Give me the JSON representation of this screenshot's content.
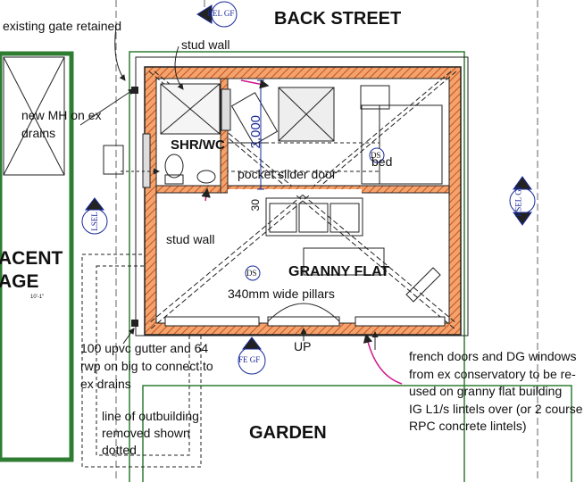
{
  "labels": {
    "back_street": "BACK STREET",
    "garden": "GARDEN",
    "granny_flat": "GRANNY FLAT",
    "shr_wc": "SHR/WC",
    "bed": "bed",
    "pocket_slider_door": "pocket slider door",
    "pillars": "340mm wide pillars",
    "stud_wall_top": "stud wall",
    "stud_wall_left": "stud wall",
    "existing_gate": "existing gate retained",
    "new_mh_1": "new MH on ex",
    "new_mh_2": "drains",
    "acent": "ACENT",
    "age": "AGE",
    "small_dim": "10'-1\"",
    "dim_2000": "2,000",
    "dim_30": "30",
    "up": "UP",
    "gutter_1": "100 upvc gutter and 64",
    "gutter_2": "rwp on big to connect to",
    "gutter_3": "ex drains",
    "outbuilding_1": "line of outbuilding",
    "outbuilding_2": "removed shown",
    "outbuilding_3": "dotted",
    "french_1": "french doors and DG windows",
    "french_2": "from ex conservatory to be re-",
    "french_3": "used on granny flat building",
    "french_4": "IG L1/s lintels over  (or 2 course",
    "french_5": "RPC concrete lintels)"
  },
  "markers": {
    "rel_gf": "REL GF",
    "rsel_gf": "RSEL GF",
    "lsel": "LSEL",
    "fe_gf": "FE GF",
    "ds": "DS"
  },
  "colors": {
    "line": "#1a1a1a",
    "wall_fill": "#e8763a",
    "annotation": "#1a2a9a",
    "boundary": "#2e7d32",
    "arrow": "#d0168c"
  }
}
